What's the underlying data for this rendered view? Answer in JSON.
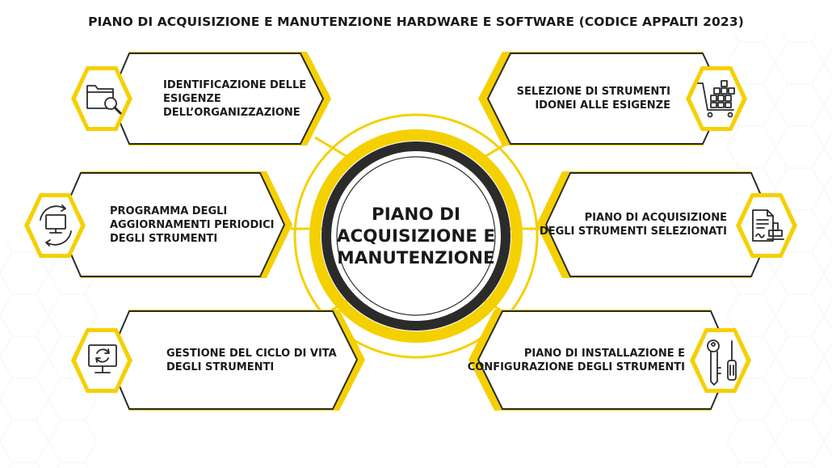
{
  "title": "PIANO DI ACQUISIZIONE E MANUTENZIONE HARDWARE E SOFTWARE (CODICE APPALTI 2023)",
  "center": {
    "lines": [
      "PIANO DI",
      "ACQUISIZIONE E",
      "MANUTENZIONE"
    ]
  },
  "steps": [
    {
      "icon": "folder-search-icon",
      "lines": [
        "IDENTIFICAZIONE DELLE",
        "ESIGENZE",
        "DELL’ORGANIZZAZIONE"
      ]
    },
    {
      "icon": "shopping-cart-icon",
      "lines": [
        "SELEZIONE DI STRUMENTI",
        "IDONEI ALLE ESIGENZE"
      ]
    },
    {
      "icon": "monitor-update-icon",
      "lines": [
        "PROGRAMMA DEGLI",
        "AGGIORNAMENTI PERIODICI",
        "DEGLI STRUMENTI"
      ]
    },
    {
      "icon": "contract-stamp-icon",
      "lines": [
        "PIANO DI ACQUISIZIONE",
        "DEGLI STRUMENTI SELEZIONATI"
      ]
    },
    {
      "icon": "monitor-cycle-icon",
      "lines": [
        "GESTIONE DEL CICLO DI VITA",
        "DEGLI STRUMENTI"
      ]
    },
    {
      "icon": "key-screwdriver-icon",
      "lines": [
        "PIANO DI INSTALLAZIONE E",
        "CONFIGURAZIONE DEGLI STRUMENTI"
      ]
    }
  ],
  "colors": {
    "accent": "#F5D000",
    "outline": "#2B2B2B",
    "text": "#1A1A1A",
    "background": "#FFFFFF"
  }
}
